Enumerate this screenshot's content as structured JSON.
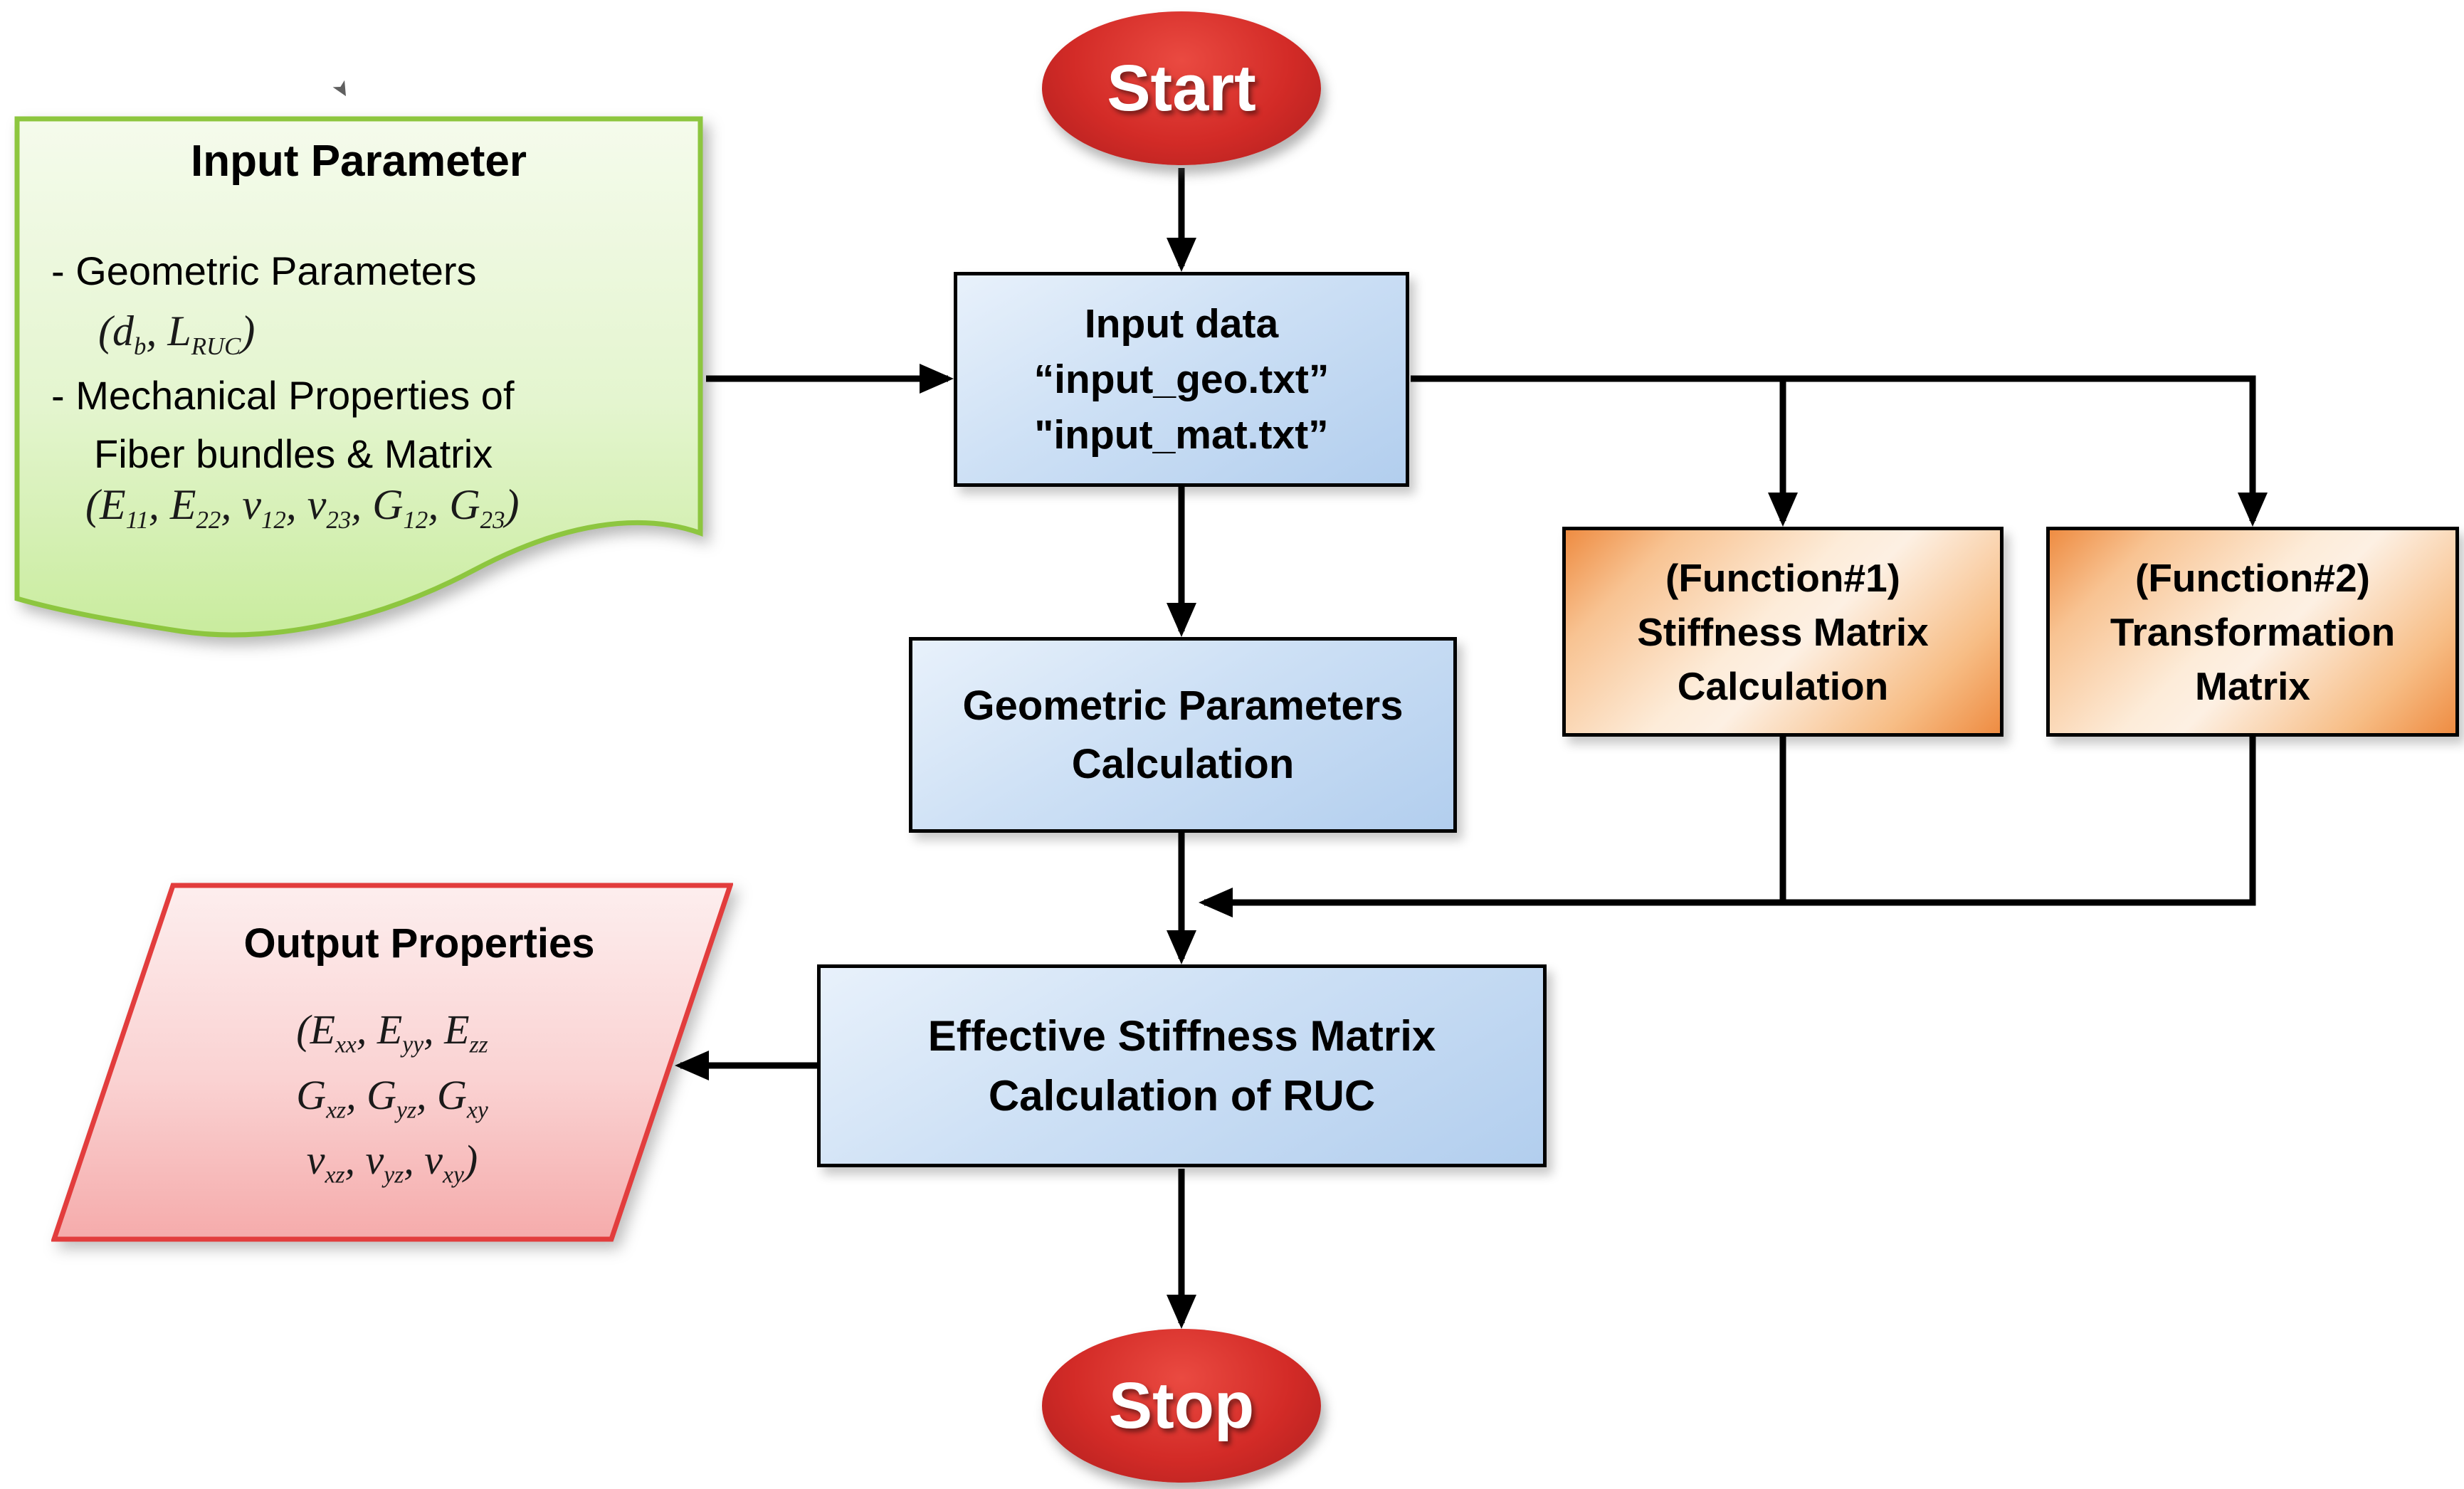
{
  "palette": {
    "red_center": "#ea4a41",
    "red_mid": "#d32b27",
    "red_edge": "#ac1e1e",
    "blue_light": "#e8f1fb",
    "blue_mid": "#cde0f5",
    "blue_dark": "#b2ceee",
    "orange_edge": "#ee8c42",
    "orange_light": "#fdecd9",
    "green_border": "#8dc63f",
    "green_top": "#f5fbec",
    "green_bottom": "#c9ec9e",
    "pink_border": "#e23d3d",
    "pink_top": "#fdeeee",
    "pink_bottom": "#f5abab",
    "line_color": "#000000"
  },
  "artifacts": {
    "cursor_glyph": "➤"
  },
  "nodes": {
    "start": {
      "label": "Start"
    },
    "stop": {
      "label": "Stop"
    },
    "input_note": {
      "title": "Input Parameter",
      "bullet1": "- Geometric Parameters",
      "formula1": [
        [
          "(",
          "t"
        ],
        [
          "d",
          "t"
        ],
        [
          "b",
          "s"
        ],
        [
          ", ",
          "t"
        ],
        [
          "L",
          "t"
        ],
        [
          "RUC",
          "s"
        ],
        [
          ")",
          "t"
        ]
      ],
      "bullet2_line1": "- Mechanical Properties of",
      "bullet2_line2": "Fiber bundles & Matrix",
      "formula2": [
        [
          "(",
          "t"
        ],
        [
          "E",
          "t"
        ],
        [
          "11",
          "s"
        ],
        [
          ", ",
          "t"
        ],
        [
          "E",
          "t"
        ],
        [
          "22",
          "s"
        ],
        [
          ", ",
          "t"
        ],
        [
          "v",
          "t"
        ],
        [
          "12",
          "s"
        ],
        [
          ", ",
          "t"
        ],
        [
          "v",
          "t"
        ],
        [
          "23",
          "s"
        ],
        [
          ", ",
          "t"
        ],
        [
          "G",
          "t"
        ],
        [
          "12",
          "s"
        ],
        [
          ", ",
          "t"
        ],
        [
          "G",
          "t"
        ],
        [
          "23",
          "s"
        ],
        [
          ")",
          "t"
        ]
      ]
    },
    "input_data": {
      "line1": "Input data",
      "line2": "“input_geo.txt”",
      "line3": "\"input_mat.txt”"
    },
    "geo_calc": {
      "line1": "Geometric Parameters",
      "line2": "Calculation"
    },
    "func1": {
      "line1": "(Function#1)",
      "line2": "Stiffness Matrix",
      "line3": "Calculation"
    },
    "func2": {
      "line1": "(Function#2)",
      "line2": "Transformation",
      "line3": "Matrix"
    },
    "effective": {
      "line1": "Effective Stiffness Matrix",
      "line2": "Calculation of RUC"
    },
    "output_props": {
      "title": "Output Properties",
      "formula_row1": [
        [
          "(",
          "t"
        ],
        [
          "E",
          "t"
        ],
        [
          "xx",
          "s"
        ],
        [
          ", ",
          "t"
        ],
        [
          "E",
          "t"
        ],
        [
          "yy",
          "s"
        ],
        [
          ", ",
          "t"
        ],
        [
          "E",
          "t"
        ],
        [
          "zz",
          "s"
        ]
      ],
      "formula_row2": [
        [
          "G",
          "t"
        ],
        [
          "xz",
          "s"
        ],
        [
          ", ",
          "t"
        ],
        [
          "G",
          "t"
        ],
        [
          "yz",
          "s"
        ],
        [
          ", ",
          "t"
        ],
        [
          "G",
          "t"
        ],
        [
          "xy",
          "s"
        ]
      ],
      "formula_row3": [
        [
          "ν",
          "t"
        ],
        [
          "xz",
          "s"
        ],
        [
          ", ",
          "t"
        ],
        [
          "ν",
          "t"
        ],
        [
          "yz",
          "s"
        ],
        [
          ", ",
          "t"
        ],
        [
          "ν",
          "t"
        ],
        [
          "xy",
          "s"
        ],
        [
          ")",
          "t"
        ]
      ]
    }
  }
}
